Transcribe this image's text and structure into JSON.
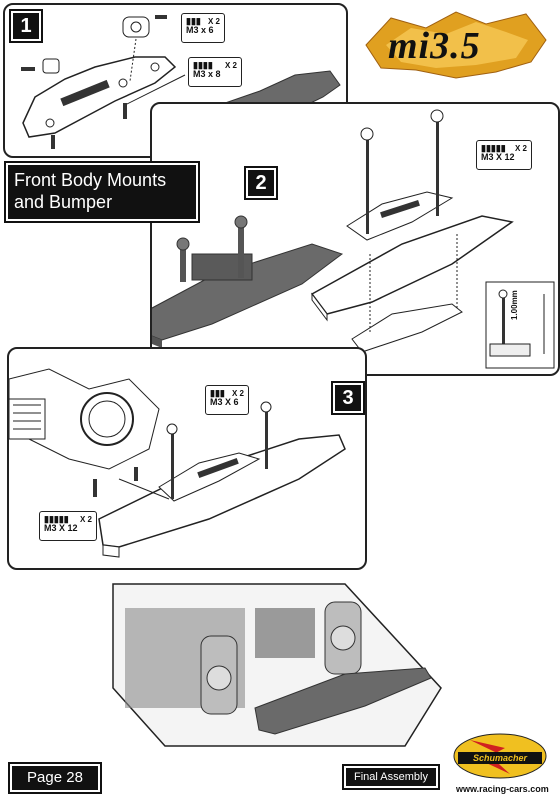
{
  "logo": {
    "text": "mi3.5"
  },
  "title": {
    "line1": "Front Body Mounts",
    "line2": "and Bumper"
  },
  "steps": [
    {
      "number": "1",
      "screws": [
        {
          "qty": "X 2",
          "size": "M3 x 6"
        },
        {
          "qty": "X 2",
          "size": "M3 x 8"
        }
      ]
    },
    {
      "number": "2",
      "screws": [
        {
          "qty": "X 2",
          "size": "M3 X 12"
        }
      ],
      "dimension": "1.00mm"
    },
    {
      "number": "3",
      "screws": [
        {
          "qty": "X 2",
          "size": "M3 X 6"
        },
        {
          "qty": "X 2",
          "size": "M3 X 12"
        }
      ]
    }
  ],
  "footer": {
    "page": "Page 28",
    "final_assembly": "Final Assembly",
    "brand_logo": "Schumacher",
    "website": "www.racing-cars.com"
  },
  "colors": {
    "panel_border": "#222222",
    "label_bg": "#111111",
    "part_fill": "#6a6a6a",
    "logo_gold": "#e0a020"
  }
}
